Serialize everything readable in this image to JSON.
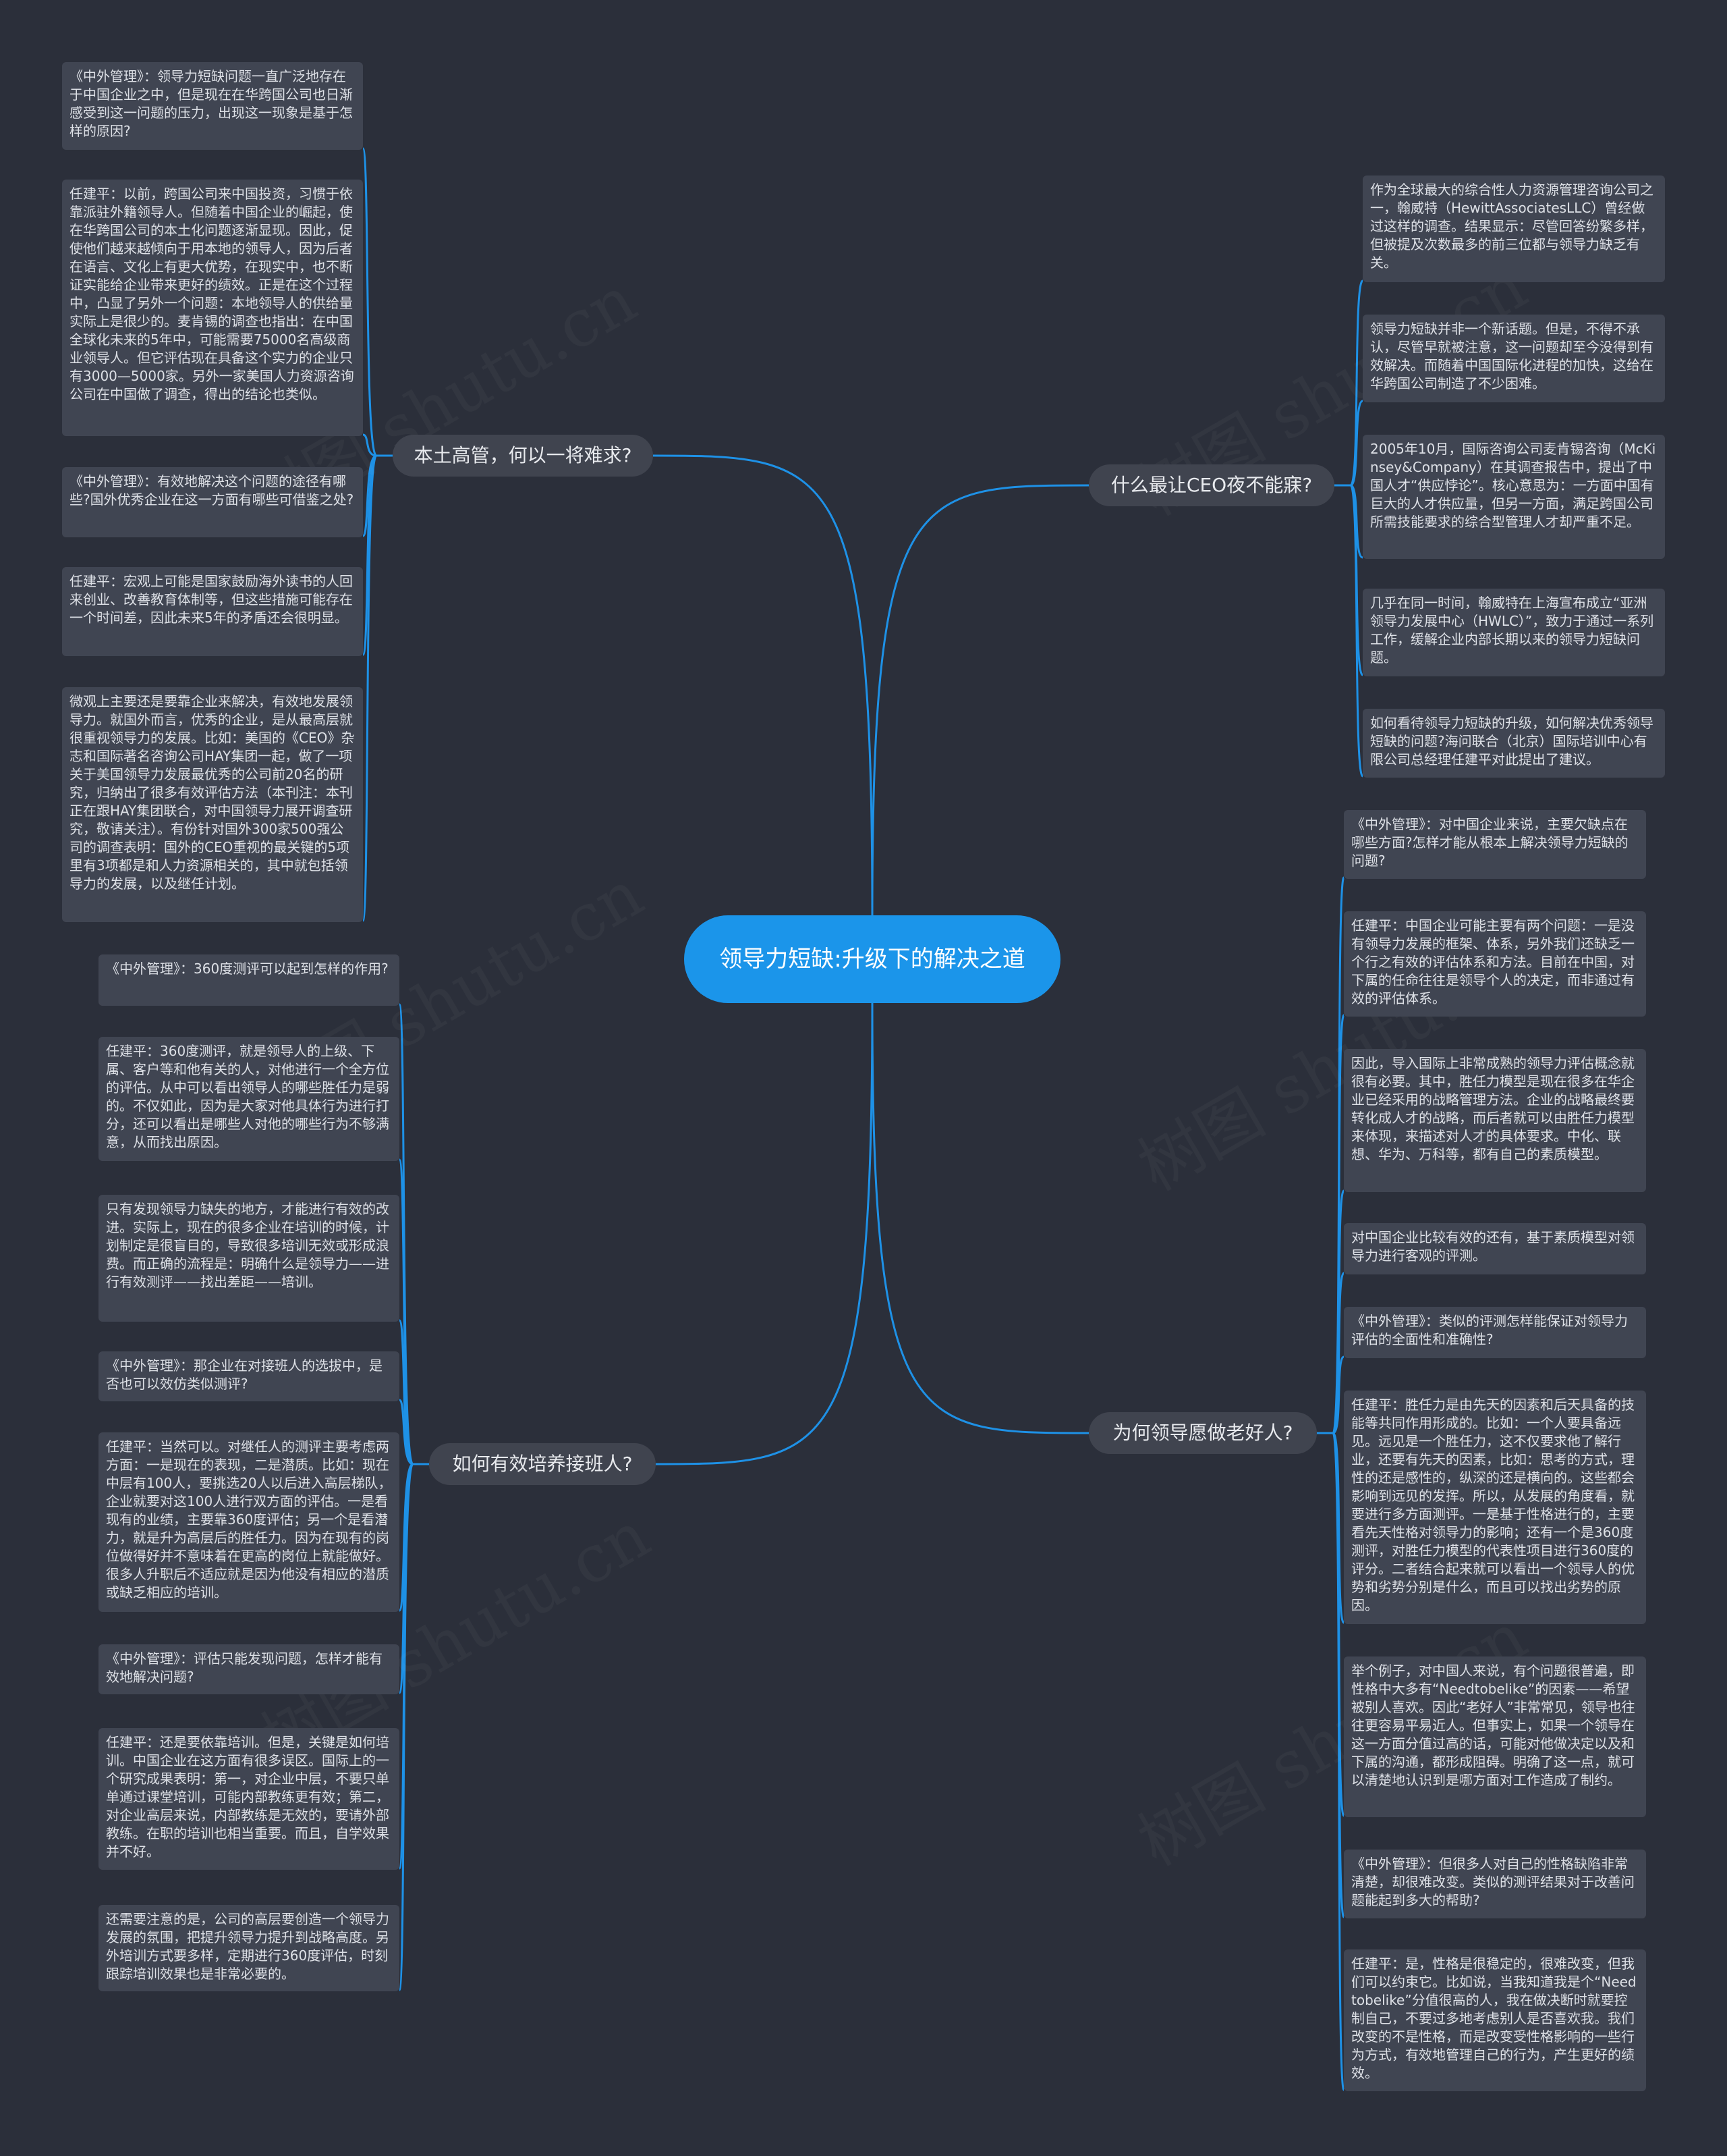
{
  "root": {
    "label": "领导力短缺:升级下的解决之道"
  },
  "branches": [
    {
      "id": "b1",
      "label": "本土高管，何以一将难求?",
      "leaves": [
        "《中外管理》：领导力短缺问题一直广泛地存在于中国企业之中，但是现在在华跨国公司也日渐感受到这一问题的压力，出现这一现象是基于怎样的原因?",
        "任建平：以前，跨国公司来中国投资，习惯于依靠派驻外籍领导人。但随着中国企业的崛起，使在华跨国公司的本土化问题逐渐显现。因此，促使他们越来越倾向于用本地的领导人，因为后者在语言、文化上有更大优势，在现实中，也不断证实能给企业带来更好的绩效。正是在这个过程中，凸显了另外一个问题：本地领导人的供给量实际上是很少的。麦肯锡的调查也指出：在中国全球化未来的5年中，可能需要75000名高级商业领导人。但它评估现在具备这个实力的企业只有3000—5000家。另外一家美国人力资源咨询公司在中国做了调查，得出的结论也类似。",
        "《中外管理》：有效地解决这个问题的途径有哪些?国外优秀企业在这一方面有哪些可借鉴之处?",
        "任建平：宏观上可能是国家鼓励海外读书的人回来创业、改善教育体制等，但这些措施可能存在一个时间差，因此未来5年的矛盾还会很明显。",
        "微观上主要还是要靠企业来解决，有效地发展领导力。就国外而言，优秀的企业，是从最高层就很重视领导力的发展。比如：美国的《CEO》杂志和国际著名咨询公司HAY集团一起，做了一项关于美国领导力发展最优秀的公司前20名的研究，归纳出了很多有效评估方法（本刊注：本刊正在跟HAY集团联合，对中国领导力展开调查研究，敬请关注）。有份针对国外300家500强公司的调查表明：国外的CEO重视的最关键的5项里有3项都是和人力资源相关的，其中就包括领导力的发展，以及继任计划。"
      ]
    },
    {
      "id": "b2",
      "label": "如何有效培养接班人?",
      "leaves": [
        "《中外管理》：360度测评可以起到怎样的作用?",
        "任建平：360度测评，就是领导人的上级、下属、客户等和他有关的人，对他进行一个全方位的评估。从中可以看出领导人的哪些胜任力是弱的。不仅如此，因为是大家对他具体行为进行打分，还可以看出是哪些人对他的哪些行为不够满意，从而找出原因。",
        "只有发现领导力缺失的地方，才能进行有效的改进。实际上，现在的很多企业在培训的时候，计划制定是很盲目的，导致很多培训无效或形成浪费。而正确的流程是：明确什么是领导力——进行有效测评——找出差距——培训。",
        "《中外管理》：那企业在对接班人的选拔中，是否也可以效仿类似测评?",
        "任建平：当然可以。对继任人的测评主要考虑两方面：一是现在的表现，二是潜质。比如：现在中层有100人，要挑选20人以后进入高层梯队，企业就要对这100人进行双方面的评估。一是看现有的业绩，主要靠360度评估；另一个是看潜力，就是升为高层后的胜任力。因为在现有的岗位做得好并不意味着在更高的岗位上就能做好。很多人升职后不适应就是因为他没有相应的潜质或缺乏相应的培训。",
        "《中外管理》：评估只能发现问题，怎样才能有效地解决问题?",
        "任建平：还是要依靠培训。但是，关键是如何培训。中国企业在这方面有很多误区。国际上的一个研究成果表明：第一，对企业中层，不要只单单通过课堂培训，可能内部教练更有效；第二，对企业高层来说，内部教练是无效的，要请外部教练。在职的培训也相当重要。而且，自学效果并不好。",
        "还需要注意的是，公司的高层要创造一个领导力发展的氛围，把提升领导力提升到战略高度。另外培训方式要多样，定期进行360度评估，时刻跟踪培训效果也是非常必要的。"
      ]
    },
    {
      "id": "b3",
      "label": "什么最让CEO夜不能寐?",
      "leaves": [
        "作为全球最大的综合性人力资源管理咨询公司之一，翰威特（HewittAssociatesLLC）曾经做过这样的调查。结果显示：尽管回答纷繁多样，但被提及次数最多的前三位都与领导力缺乏有关。",
        "领导力短缺并非一个新话题。但是，不得不承认，尽管早就被注意，这一问题却至今没得到有效解决。而随着中国国际化进程的加快，这给在华跨国公司制造了不少困难。",
        "2005年10月，国际咨询公司麦肯锡咨询（McKinsey&Company）在其调查报告中，提出了中国人才“供应悖论”。核心意思为：一方面中国有巨大的人才供应量，但另一方面，满足跨国公司所需技能要求的综合型管理人才却严重不足。",
        "几乎在同一时间，翰威特在上海宣布成立“亚洲领导力发展中心（HWLC）”，致力于通过一系列工作，缓解企业内部长期以来的领导力短缺问题。",
        "如何看待领导力短缺的升级，如何解决优秀领导短缺的问题?海问联合（北京）国际培训中心有限公司总经理任建平对此提出了建议。"
      ]
    },
    {
      "id": "b4",
      "label": "为何领导愿做老好人?",
      "leaves": [
        "《中外管理》：对中国企业来说，主要欠缺点在哪些方面?怎样才能从根本上解决领导力短缺的问题?",
        "任建平：中国企业可能主要有两个问题：一是没有领导力发展的框架、体系，另外我们还缺乏一个行之有效的评估体系和方法。目前在中国，对下属的任命往往是领导个人的决定，而非通过有效的评估体系。",
        "因此，导入国际上非常成熟的领导力评估概念就很有必要。其中，胜任力模型是现在很多在华企业已经采用的战略管理方法。企业的战略最终要转化成人才的战略，而后者就可以由胜任力模型来体现，来描述对人才的具体要求。中化、联想、华为、万科等，都有自己的素质模型。",
        "对中国企业比较有效的还有，基于素质模型对领导力进行客观的评测。",
        "《中外管理》：类似的评测怎样能保证对领导力评估的全面性和准确性?",
        "任建平：胜任力是由先天的因素和后天具备的技能等共同作用形成的。比如：一个人要具备远见。远见是一个胜任力，这不仅要求他了解行业，还要有先天的因素，比如：思考的方式，理性的还是感性的，纵深的还是横向的。这些都会影响到远见的发挥。所以，从发展的角度看，就要进行多方面测评。一是基于性格进行的，主要看先天性格对领导力的影响；还有一个是360度测评，对胜任力模型的代表性项目进行360度的评分。二者结合起来就可以看出一个领导人的优势和劣势分别是什么，而且可以找出劣势的原因。",
        "举个例子，对中国人来说，有个问题很普遍，即性格中大多有“Needtobelike”的因素——希望被别人喜欢。因此“老好人”非常常见，领导也往往更容易平易近人。但事实上，如果一个领导在这一方面分值过高的话，可能对他做决定以及和下属的沟通，都形成阻碍。明确了这一点，就可以清楚地认识到是哪方面对工作造成了制约。",
        "《中外管理》：但很多人对自己的性格缺陷非常清楚，却很难改变。类似的测评结果对于改善问题能起到多大的帮助?",
        "任建平：是，性格是很稳定的，很难改变，但我们可以约束它。比如说，当我知道我是个“Needtobelike”分值很高的人，我在做决断时就要控制自己，不要过多地考虑别人是否喜欢我。我们改变的不是性格，而是改变受性格影响的一些行为方式，有效地管理自己的行为，产生更好的绩效。"
      ]
    }
  ],
  "watermark": "树图 shutu.cn"
}
